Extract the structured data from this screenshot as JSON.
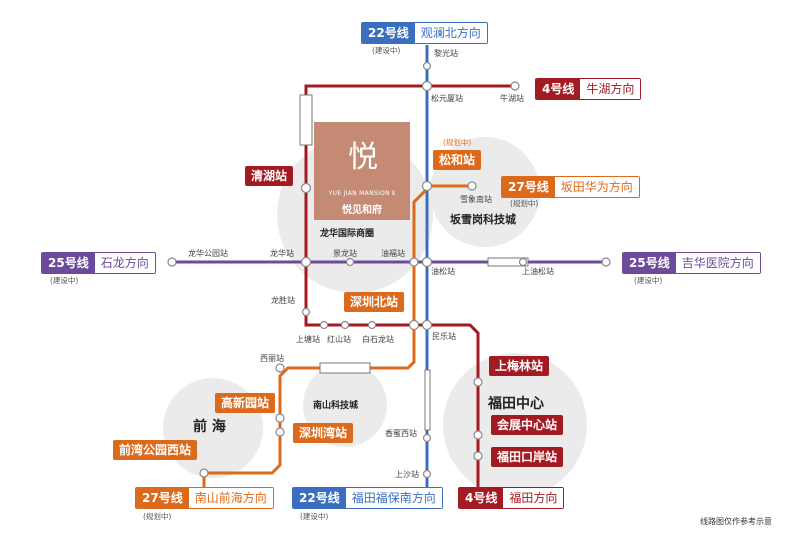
{
  "colors": {
    "l22": "#3a6fc0",
    "l4": "#a31b22",
    "l25": "#6b4b9a",
    "l27": "#dc6a1d",
    "circle": "#ebebeb"
  },
  "badges": {
    "l22_north": {
      "num": "22号线",
      "dir": "观澜北方向",
      "note": "(建设中)"
    },
    "l4_north": {
      "num": "4号线",
      "dir": "牛湖方向"
    },
    "l27_east": {
      "num": "27号线",
      "dir": "坂田华为方向",
      "note": "(规划中)"
    },
    "l25_west": {
      "num": "25号线",
      "dir": "石龙方向",
      "note": "(建设中)"
    },
    "l25_east": {
      "num": "25号线",
      "dir": "吉华医院方向",
      "note": "(建设中)"
    },
    "l27_south": {
      "num": "27号线",
      "dir": "南山前海方向",
      "note": "(规划中)"
    },
    "l22_south": {
      "num": "22号线",
      "dir": "福田福保南方向",
      "note": "(建设中)"
    },
    "l4_south": {
      "num": "4号线",
      "dir": "福田方向"
    }
  },
  "callouts": {
    "qinghu": "清湖站",
    "songhe": "松和站",
    "songhe_note": "(规划中)",
    "shenzhenbei": "深圳北站",
    "shangmeilin": "上梅林站",
    "futian_center": "福田中心",
    "huizhan": "会展中心站",
    "futian_kouan": "福田口岸站",
    "gaoxinyuan": "高新园站",
    "shenzhenwan": "深圳湾站",
    "qianwan_park_west": "前湾公园西站"
  },
  "stations": {
    "liguang": "黎光站",
    "songyuansha": "松元厦站",
    "niuhu": "牛湖站",
    "xuexiangnan": "雪象南站",
    "longhua_park": "龙华公园站",
    "longhua": "龙华站",
    "jinglong": "景龙站",
    "youfu": "油福站",
    "yousong": "油松站",
    "shangyousong": "上油松站",
    "longsheng": "龙胜站",
    "shangtang": "上塘站",
    "hongshan": "红山站",
    "baishilong": "白石龙站",
    "minle": "民乐站",
    "xili": "西丽站",
    "xiangmi_west": "香蜜西站",
    "shangsha": "上沙站"
  },
  "areas": {
    "longhua_cbd": "龙华国际商圈",
    "bantian": "坂雪岗科技城",
    "nanshan": "南山科技城",
    "qianhai": "前 海"
  },
  "logo": {
    "name_en": "YUE JIAN MANSION Ⅱ",
    "name_cn": "悦见和府"
  },
  "footer_note": "线路图仅作参考示意"
}
